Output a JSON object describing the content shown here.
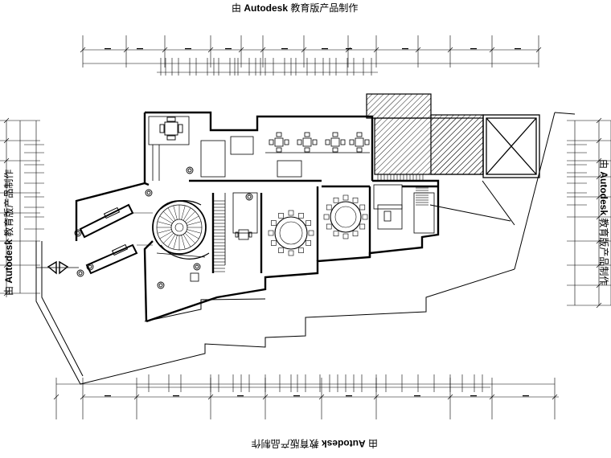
{
  "watermark": {
    "prefix": "由",
    "brand": "Autodesk",
    "suffix": "教育版产品制作"
  },
  "colors": {
    "line": "#000000",
    "background": "#ffffff"
  }
}
